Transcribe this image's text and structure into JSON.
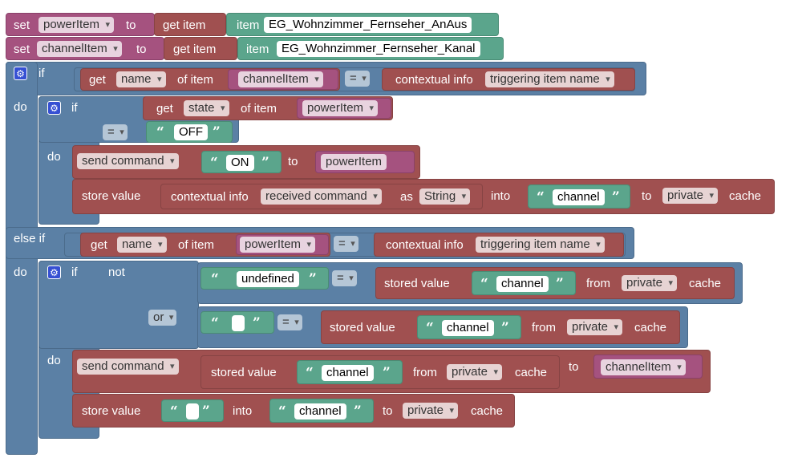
{
  "kw": {
    "set": "set",
    "to": "to",
    "get": "get",
    "get_item": "get item",
    "item": "item",
    "if": "if",
    "do": "do",
    "else_if": "else if",
    "of_item": "of item",
    "contextual_info": "contextual info",
    "send_command": "send command",
    "store_value": "store value",
    "into": "into",
    "cache": "cache",
    "stored_value": "stored value",
    "from": "from",
    "not": "not",
    "or": "or",
    "as": "as"
  },
  "vars": {
    "power": "powerItem",
    "channel": "channelItem"
  },
  "items": {
    "power_name": "EG_Wohnzimmer_Fernseher_AnAus",
    "channel_name": "EG_Wohnzimmer_Fernseher_Kanal"
  },
  "dd": {
    "name": "name",
    "state": "state",
    "eq": "=",
    "or": "or",
    "triggering": "triggering item name",
    "received": "received command",
    "string": "String",
    "private": "private"
  },
  "text": {
    "off": "OFF",
    "on": "ON",
    "channel": "channel",
    "undefined": "undefined"
  },
  "icons": {
    "gear": "gear-icon",
    "quote_open": "“",
    "quote_close": "”"
  },
  "colors": {
    "variables": "#a5527f",
    "openhab": "#a05050",
    "logic": "#5b80a5",
    "text": "#5ba58c"
  }
}
